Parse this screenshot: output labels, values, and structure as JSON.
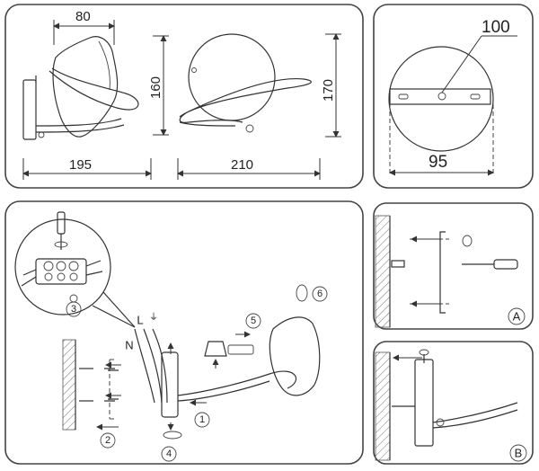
{
  "dimensions": {
    "side_depth": "80",
    "side_height": "160",
    "side_width": "195",
    "front_width": "210",
    "front_height": "170",
    "canopy_hole_spacing": "100",
    "canopy_diameter": "95"
  },
  "wiring": {
    "neutral_label": "N",
    "live_label": "L"
  },
  "steps": [
    "1",
    "2",
    "3",
    "4",
    "5",
    "6"
  ],
  "details": {
    "a_label": "A",
    "b_label": "B"
  },
  "icons": [
    "screwdriver-icon",
    "earth-symbol-icon",
    "rotate-arrow-icon"
  ]
}
